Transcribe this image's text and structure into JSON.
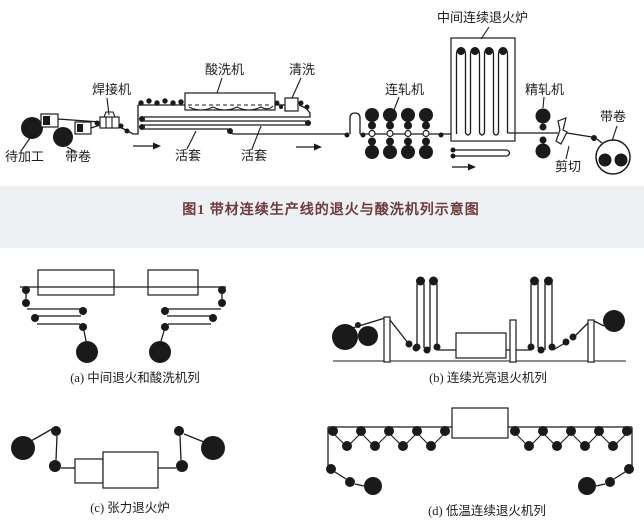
{
  "figure1": {
    "caption": "图1 带材连续生产线的退火与酸洗机列示意图",
    "labels": {
      "to_process": "待加工",
      "coil_left": "带卷",
      "welder": "焊接机",
      "pickling": "酸洗机",
      "looper1": "活套",
      "looper2": "活套",
      "rinse": "清洗",
      "tandem_mill": "连轧机",
      "annealing_furnace": "中间连续退火炉",
      "finishing_mill": "精轧机",
      "shear": "剪切",
      "coil_right": "带卷"
    }
  },
  "subfigures": {
    "a": {
      "caption": "(a) 中间退火和酸洗机列"
    },
    "b": {
      "caption": "(b) 连续光亮退火机列"
    },
    "c": {
      "caption": "(c) 张力退火炉"
    },
    "d": {
      "caption": "(d) 低温连续退火机列"
    }
  },
  "colors": {
    "ink": "#1a1a1a",
    "caption_text": "#703a38",
    "caption_band": "#eef1f4",
    "background": "#ffffff"
  }
}
